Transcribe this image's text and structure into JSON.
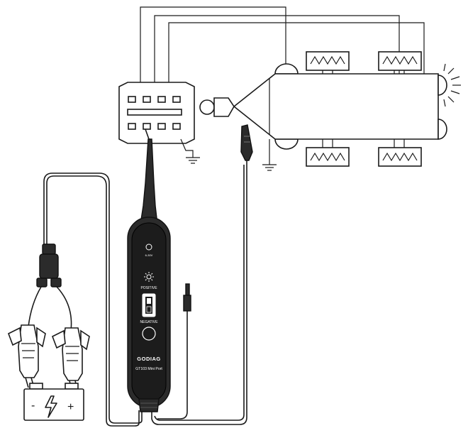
{
  "device": {
    "brand": "GODIAG",
    "model": "GT103 Mini Port",
    "voltage_range": "6-30V",
    "switch_top_label": "POSITIVE",
    "switch_bottom_label": "NEGATIVE"
  },
  "battery": {
    "minus_sign": "-",
    "plus_sign": "+",
    "bolt_glyph": "⚡"
  }
}
